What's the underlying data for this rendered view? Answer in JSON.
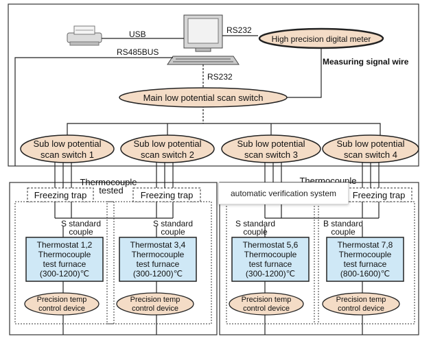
{
  "top": {
    "usb": "USB",
    "rs485": "RS485BUS",
    "rs232_top": "RS232",
    "rs232_mid": "RS232",
    "meter": "High precision digital meter",
    "signal": "Measuring signal wire",
    "main_switch": "Main low potential scan switch"
  },
  "sub_switches": [
    {
      "line1": "Sub low potential",
      "line2": "scan switch 1"
    },
    {
      "line1": "Sub low potential",
      "line2": "scan switch 2"
    },
    {
      "line1": "Sub low potential",
      "line2": "scan switch 3"
    },
    {
      "line1": "Sub low potential",
      "line2": "scan switch 4"
    }
  ],
  "thermocouple_tested": {
    "line1": "Thermocouple",
    "line2": "tested"
  },
  "thermocouple_right": "Thermocouple",
  "freezing_trap": "Freezing trap",
  "couples": [
    {
      "line1": "S standard",
      "line2": "couple"
    },
    {
      "line1": "S standard",
      "line2": "couple"
    },
    {
      "line1": "S standard",
      "line2": "couple"
    },
    {
      "line1": "B standard",
      "line2": "couple"
    }
  ],
  "thermostats": [
    {
      "l1": "Thermostat 1,2",
      "l2": "Thermocouple",
      "l3": "test furnace",
      "l4": "(300-1200)℃"
    },
    {
      "l1": "Thermostat 3,4",
      "l2": "Thermocouple",
      "l3": "test furnace",
      "l4": "(300-1200)℃"
    },
    {
      "l1": "Thermostat 5,6",
      "l2": "Thermocouple",
      "l3": "test furnace",
      "l4": "(300-1200)℃"
    },
    {
      "l1": "Thermostat 7,8",
      "l2": "Thermocouple",
      "l3": "test furnace",
      "l4": "(800-1600)℃"
    }
  ],
  "precision": {
    "line1": "Precision temp",
    "line2": "control device"
  },
  "tooltip": "automatic verification system",
  "colors": {
    "ellipse": "#f4dcc6",
    "thermostat": "#cfe8f6",
    "line": "#222222"
  }
}
